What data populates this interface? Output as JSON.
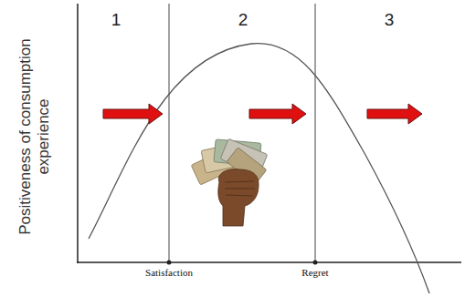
{
  "diagram": {
    "labels": [
      "1",
      "2",
      "3",
      "Positiveness of consumption experience",
      "Satisfaction",
      "Regret"
    ]
  }
}
